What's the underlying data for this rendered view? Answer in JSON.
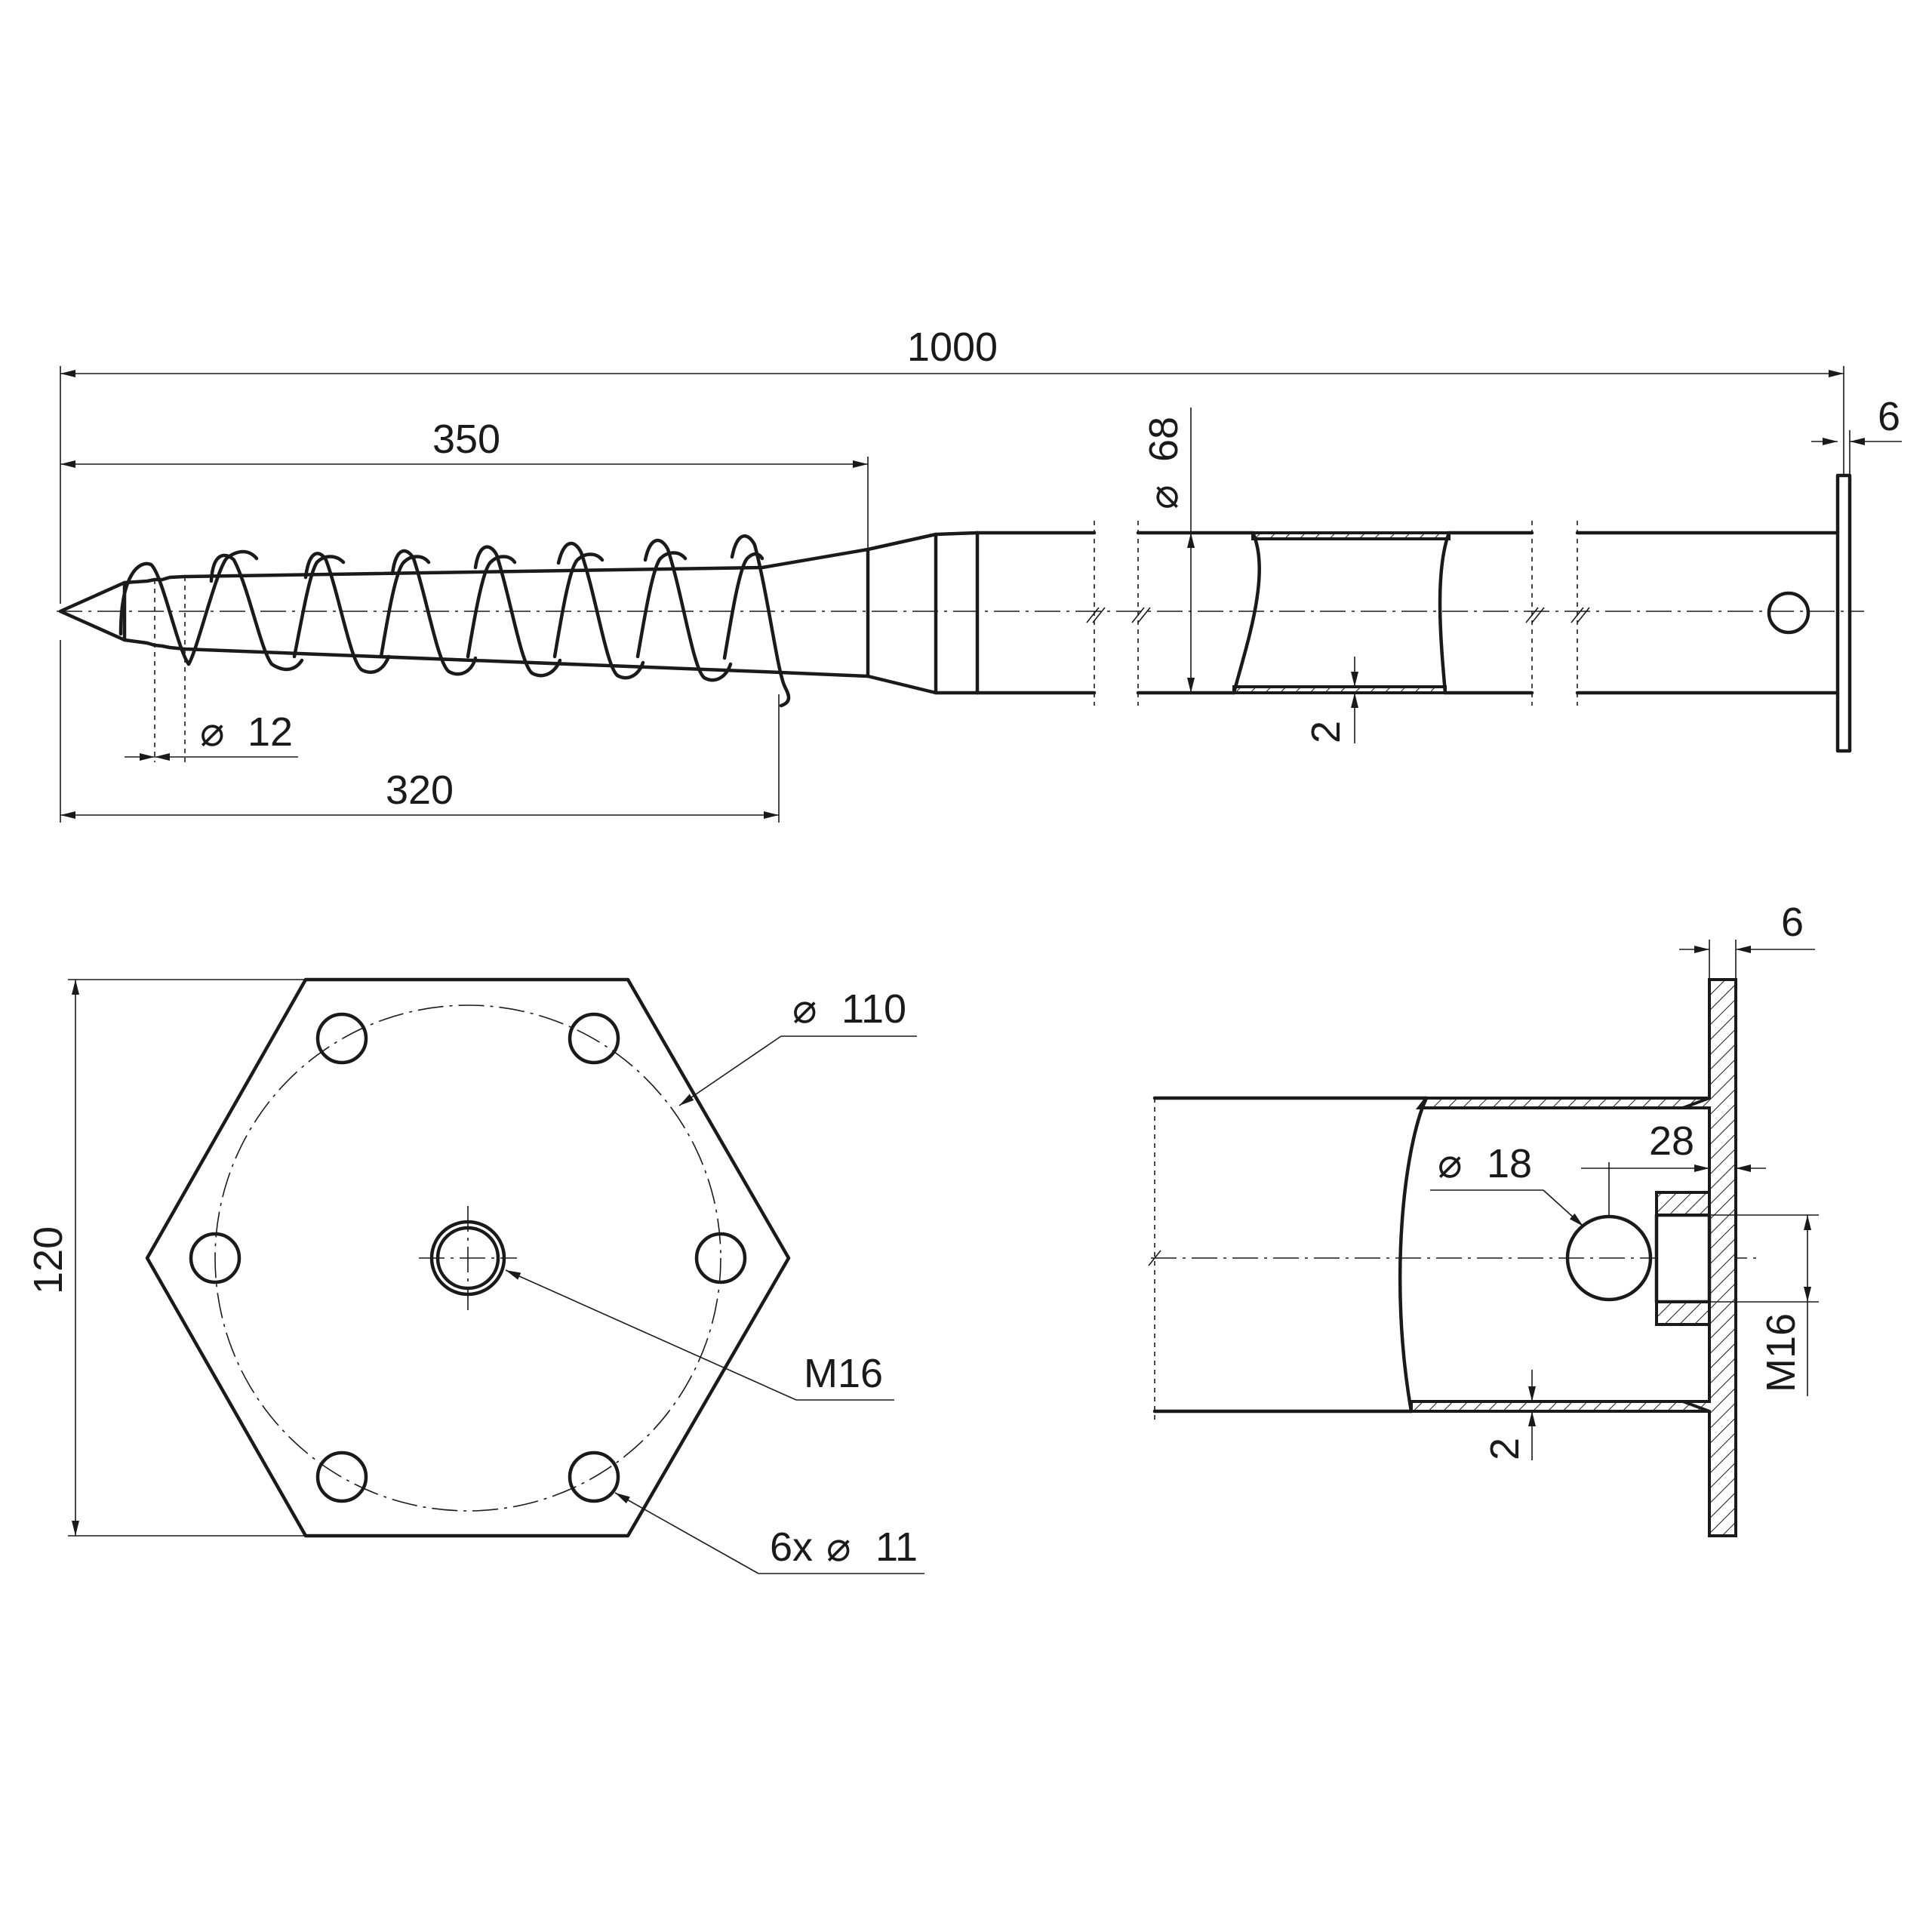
{
  "views": {
    "side_view": {
      "dim_total_length": "1000",
      "dim_screw_length": "350",
      "dim_thread_length": "320",
      "dim_core_diameter": "12",
      "dim_tube_diameter": "68",
      "dim_wall_thickness": "2",
      "dim_plate_thickness": "6"
    },
    "plate_view": {
      "dim_plate_height": "120",
      "dim_bolt_circle": "110",
      "label_center_thread": "M16",
      "label_holes": "6x",
      "dim_hole_diameter": "11"
    },
    "section_view": {
      "dim_plate_thickness": "6",
      "dim_nut_depth": "28",
      "dim_pin_hole": "18",
      "label_thread": "M16",
      "dim_wall_thickness": "2"
    }
  },
  "diameter_symbol": "⌀"
}
